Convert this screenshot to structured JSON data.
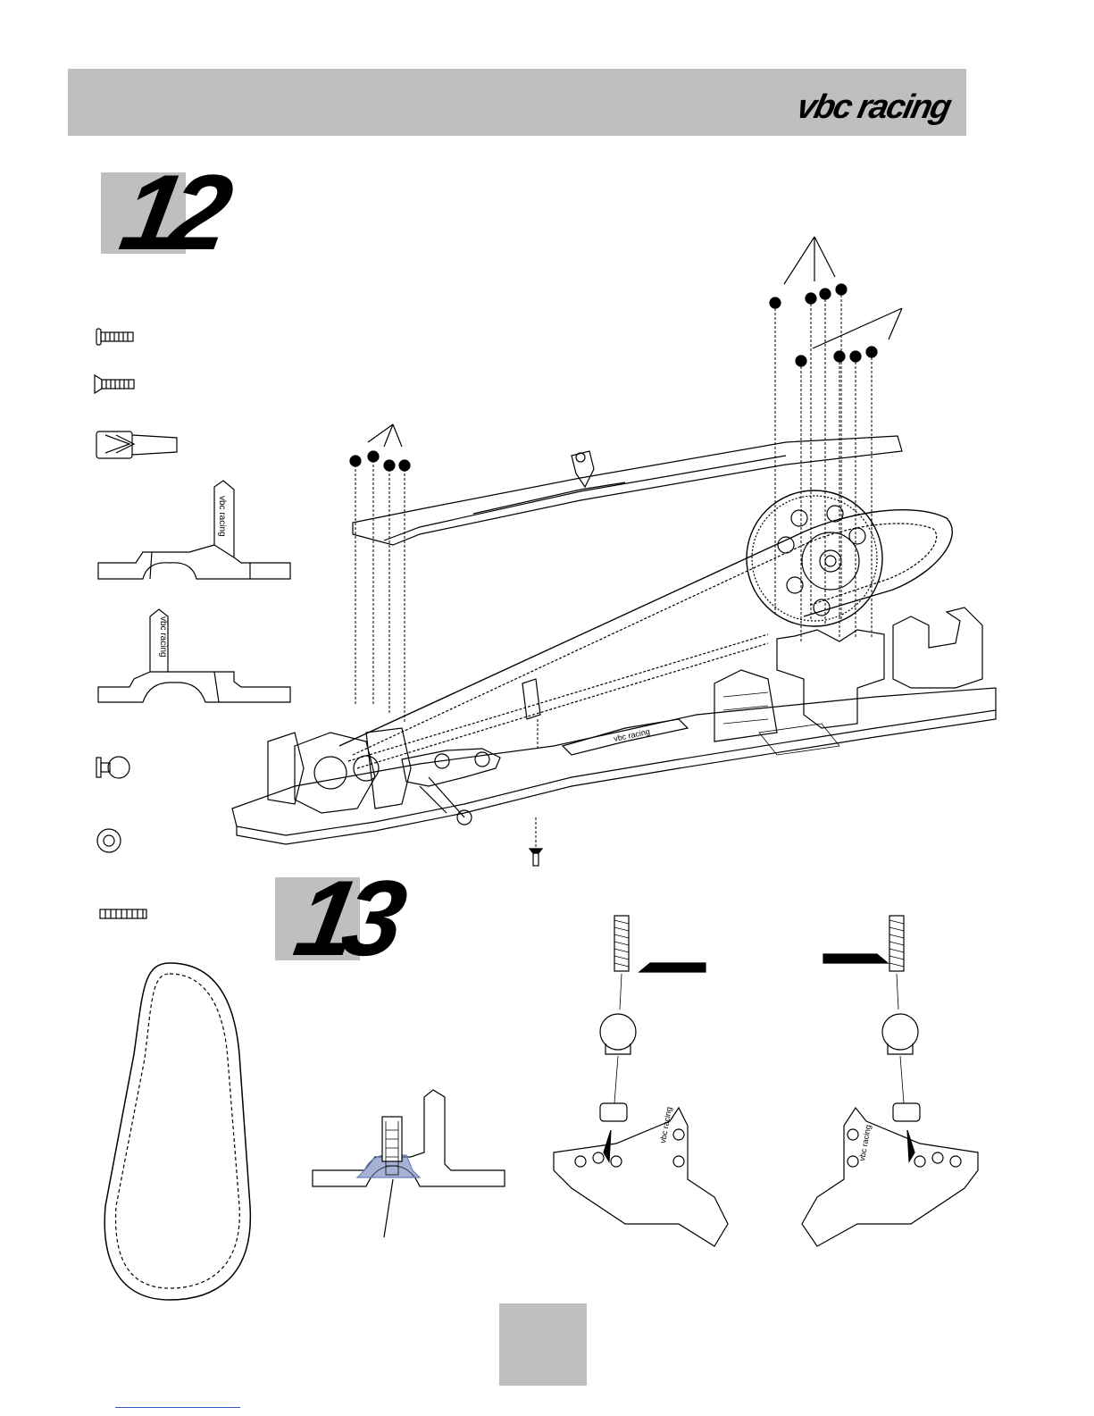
{
  "header": {
    "logo_text": "vbc racing"
  },
  "steps": [
    {
      "number": "12"
    },
    {
      "number": "13"
    }
  ],
  "colors": {
    "header_gray": "#bfbfbf",
    "line": "#000000",
    "section_blue": "#6a7fb5",
    "link": "#3355cc"
  },
  "parts": [
    {
      "icon": "button-head-screw-icon"
    },
    {
      "icon": "countersunk-screw-icon"
    },
    {
      "icon": "post-nut-icon"
    },
    {
      "icon": "bulkhead-icon"
    },
    {
      "icon": "bulkhead-icon"
    },
    {
      "icon": "ball-stud-icon"
    },
    {
      "icon": "washer-icon"
    },
    {
      "icon": "set-screw-icon"
    },
    {
      "icon": "drive-belt-icon"
    }
  ]
}
